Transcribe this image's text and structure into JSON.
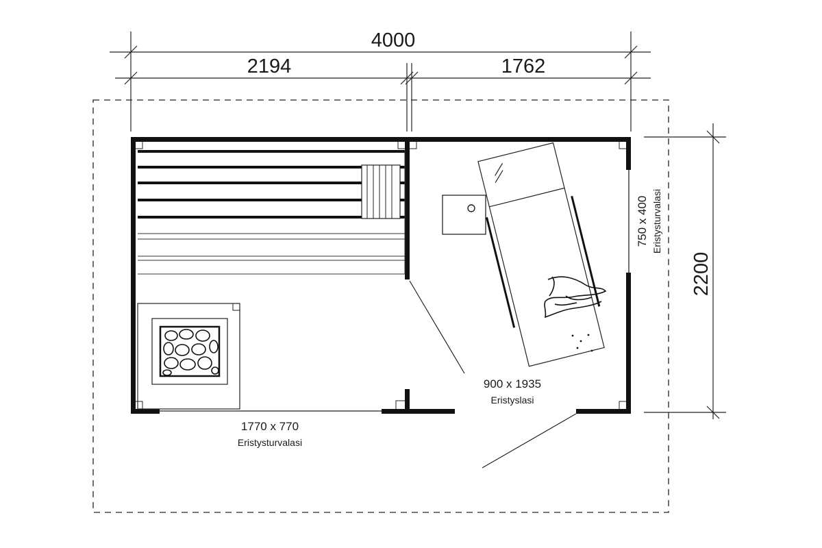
{
  "dimensions": {
    "total_width": "4000",
    "left_width": "2194",
    "right_width": "1762",
    "depth": "2200"
  },
  "windows": {
    "bottom_window_size": "1770 x 770",
    "bottom_window_type": "Eristysturvalasi",
    "right_window_size": "750 x 400",
    "right_window_type": "Eristysturvalasi"
  },
  "door": {
    "size": "900 x 1935",
    "type": "Eristyslasi"
  }
}
